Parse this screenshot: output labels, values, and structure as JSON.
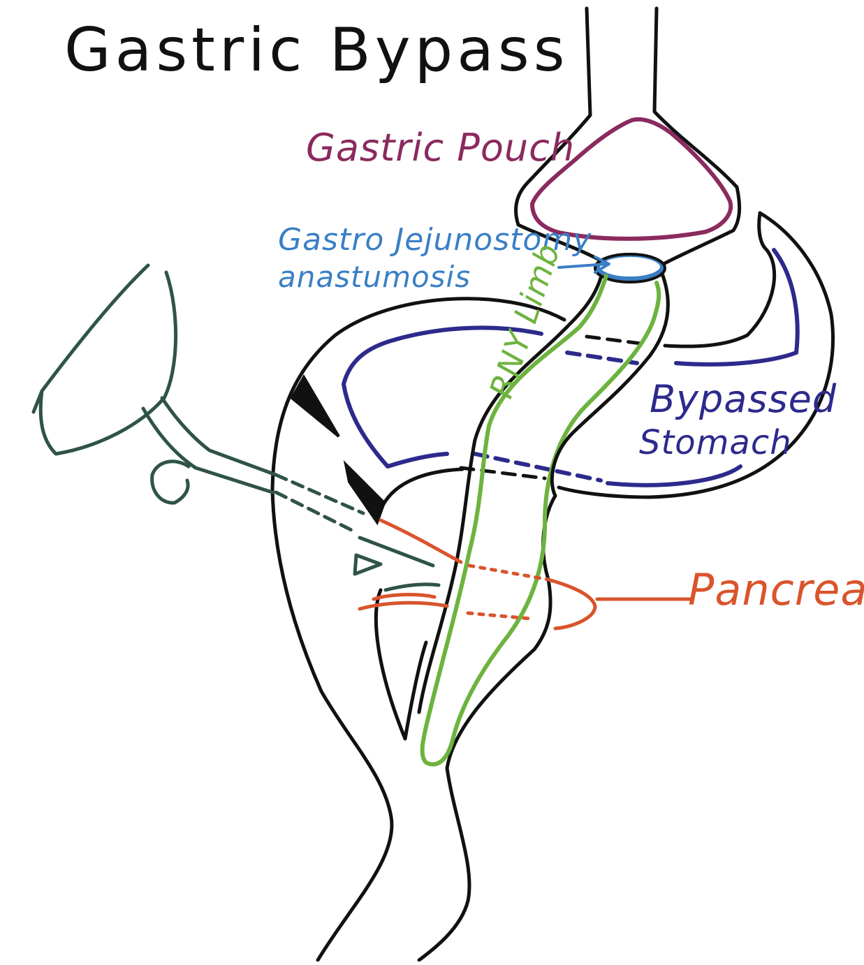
{
  "title": "Gastric Bypass",
  "labels": {
    "gastric_pouch": "Gastric Pouch",
    "gj_line1": "Gastro Jejunostomy",
    "gj_line2": "anastumosis",
    "bypassed_line1": "Bypassed",
    "bypassed_line2": "Stomach",
    "pancreas": "Pancreas",
    "rny_limb": "RNY Limb"
  },
  "colors": {
    "outline": "#111111",
    "pouch": "#8a2a5e",
    "anastomosis": "#3a7fc6",
    "roux_limb": "#6db33f",
    "bypassed_stomach": "#2d2a8c",
    "pancreas": "#d9542c",
    "gallbladder": "#2f5446"
  }
}
